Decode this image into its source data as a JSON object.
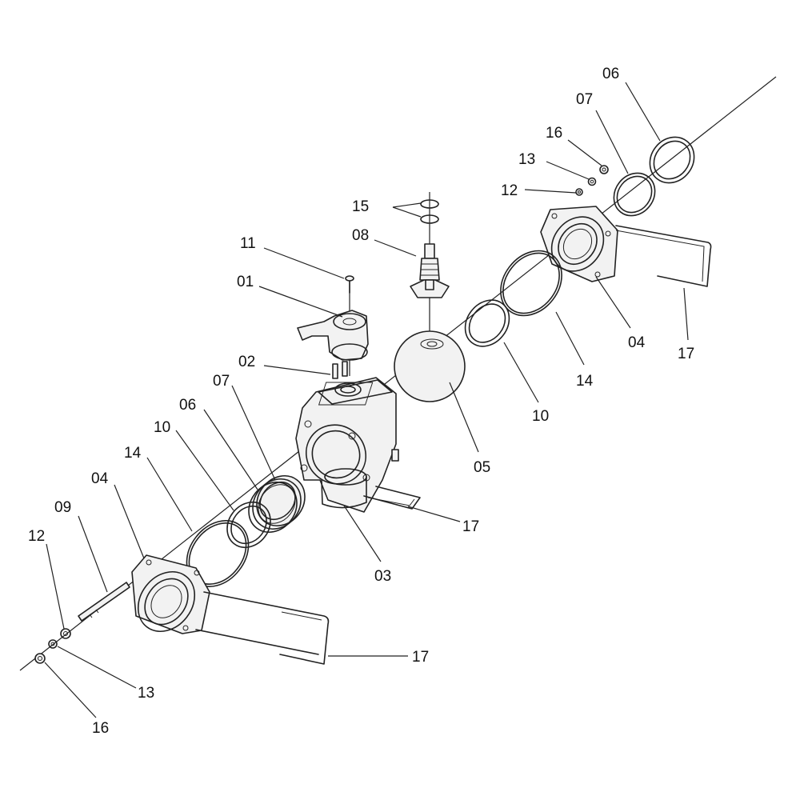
{
  "diagram": {
    "callouts": [
      {
        "id": "c-06-top",
        "text": "06"
      },
      {
        "id": "c-07-top",
        "text": "07"
      },
      {
        "id": "c-16-top",
        "text": "16"
      },
      {
        "id": "c-13-top",
        "text": "13"
      },
      {
        "id": "c-12-top",
        "text": "12"
      },
      {
        "id": "c-15",
        "text": "15"
      },
      {
        "id": "c-08",
        "text": "08"
      },
      {
        "id": "c-11",
        "text": "11"
      },
      {
        "id": "c-01",
        "text": "01"
      },
      {
        "id": "c-02",
        "text": "02"
      },
      {
        "id": "c-07-mid",
        "text": "07"
      },
      {
        "id": "c-06-mid",
        "text": "06"
      },
      {
        "id": "c-10-left",
        "text": "10"
      },
      {
        "id": "c-14-left",
        "text": "14"
      },
      {
        "id": "c-04-left",
        "text": "04"
      },
      {
        "id": "c-09",
        "text": "09"
      },
      {
        "id": "c-12-left",
        "text": "12"
      },
      {
        "id": "c-04-right",
        "text": "04"
      },
      {
        "id": "c-17-right",
        "text": "17"
      },
      {
        "id": "c-14-right",
        "text": "14"
      },
      {
        "id": "c-10-right",
        "text": "10"
      },
      {
        "id": "c-05",
        "text": "05"
      },
      {
        "id": "c-17-mid",
        "text": "17"
      },
      {
        "id": "c-03",
        "text": "03"
      },
      {
        "id": "c-17-bottom",
        "text": "17"
      },
      {
        "id": "c-13-bottom",
        "text": "13"
      },
      {
        "id": "c-16-bottom",
        "text": "16"
      }
    ]
  }
}
